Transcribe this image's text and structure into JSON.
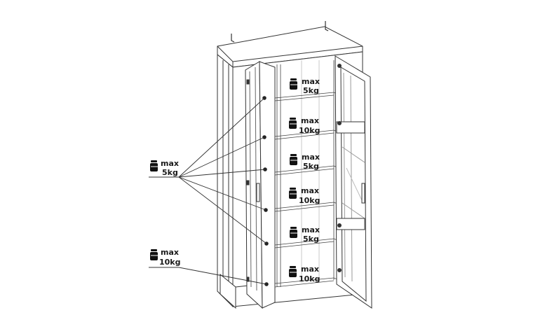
{
  "shelf_labels": [
    {
      "line1": "max",
      "line2": "5kg"
    },
    {
      "line1": "max",
      "line2": "10kg"
    },
    {
      "line1": "max",
      "line2": "5kg"
    },
    {
      "line1": "max",
      "line2": "10kg"
    },
    {
      "line1": "max",
      "line2": "5kg"
    },
    {
      "line1": "max",
      "line2": "10kg"
    }
  ],
  "door_labels": [
    {
      "line1": "max",
      "line2": "5kg"
    },
    {
      "line1": "max",
      "line2": "10kg"
    }
  ]
}
